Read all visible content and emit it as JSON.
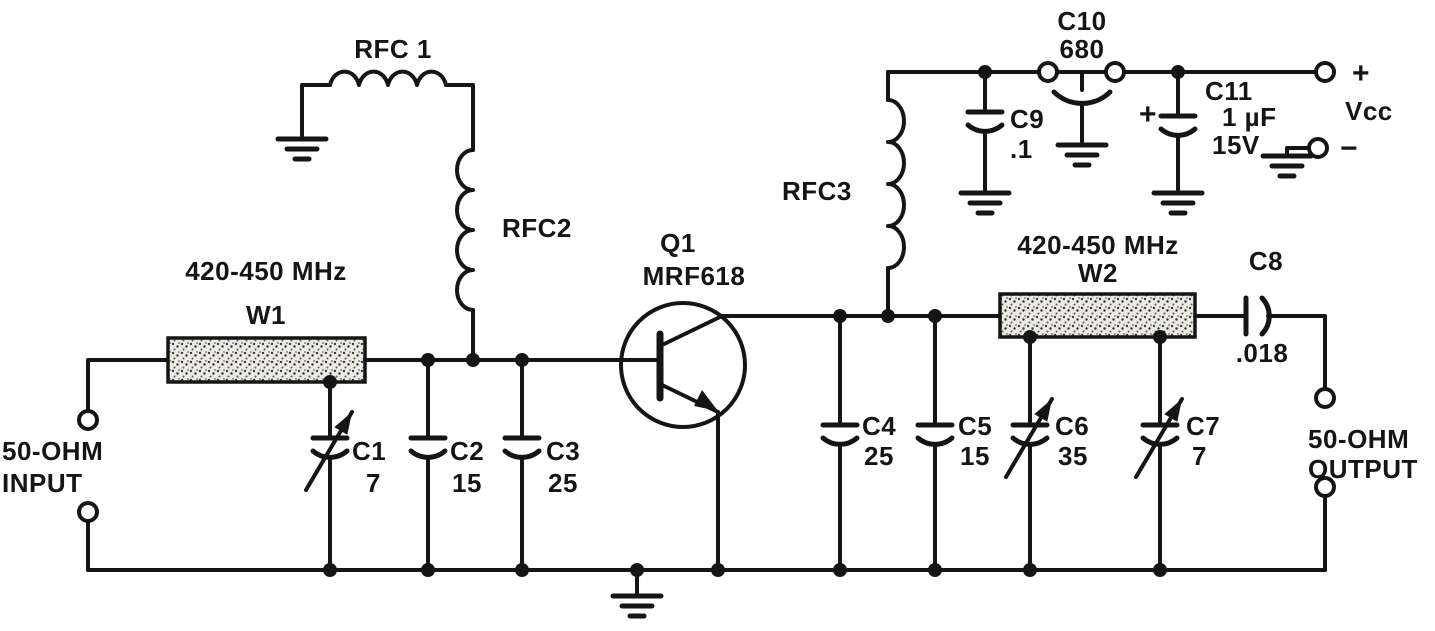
{
  "labels": {
    "rfc1": "RFC 1",
    "rfc2": "RFC2",
    "rfc3": "RFC3",
    "w1_freq": "420-450 MHz",
    "w1_name": "W1",
    "w2_freq": "420-450 MHz",
    "w2_name": "W2",
    "input_l1": "50-OHM",
    "input_l2": "INPUT",
    "output_l1": "50-OHM",
    "output_l2": "OUTPUT",
    "q1_ref": "Q1",
    "q1_part": "MRF618",
    "c1_name": "C1",
    "c1_val": "7",
    "c2_name": "C2",
    "c2_val": "15",
    "c3_name": "C3",
    "c3_val": "25",
    "c4_name": "C4",
    "c4_val": "25",
    "c5_name": "C5",
    "c5_val": "15",
    "c6_name": "C6",
    "c6_val": "35",
    "c7_name": "C7",
    "c7_val": "7",
    "c8_name": "C8",
    "c8_val": ".018",
    "c9_name": "C9",
    "c9_val": ".1",
    "c10_name": "C10",
    "c10_val": "680",
    "c11_name": "C11",
    "c11_val": "1 µF",
    "c11_volts": "15V",
    "c11_plus": "+",
    "vcc_plus": "+",
    "vcc_label": "Vcc",
    "vcc_minus": "−"
  },
  "colors": {
    "ink": "#151515",
    "paper": "#ffffff"
  }
}
